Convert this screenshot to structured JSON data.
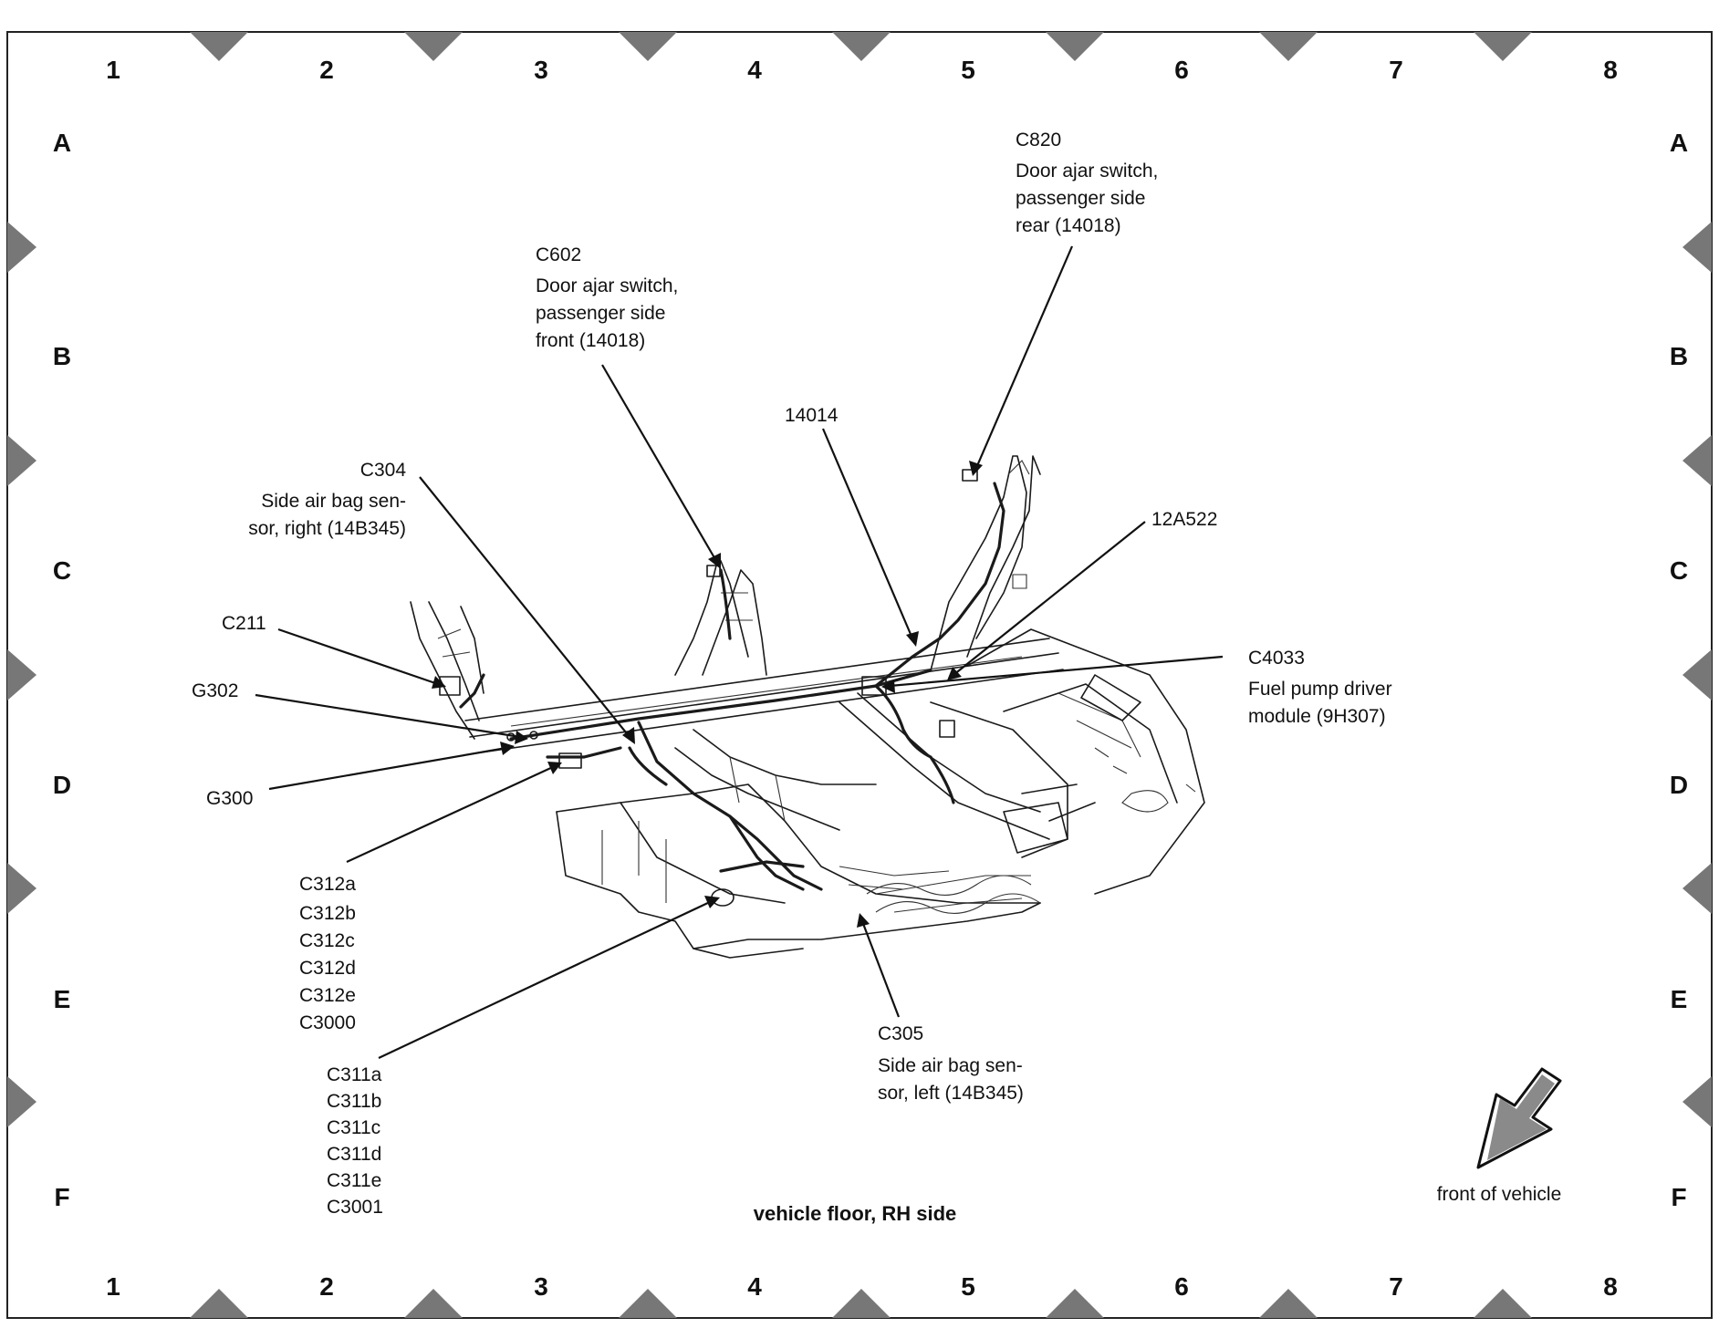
{
  "grid": {
    "columns": [
      "1",
      "2",
      "3",
      "4",
      "5",
      "6",
      "7",
      "8"
    ],
    "rows": [
      "A",
      "B",
      "C",
      "D",
      "E",
      "F"
    ]
  },
  "title": "vehicle floor, RH side",
  "orientation": {
    "label": "front of vehicle",
    "icon": "arrow-down-left-icon"
  },
  "callouts": [
    {
      "id": "c820",
      "lines": [
        "C820",
        "Door ajar switch,",
        "passenger side",
        "rear (14018)"
      ]
    },
    {
      "id": "c602",
      "lines": [
        "C602",
        "Door ajar switch,",
        "passenger side",
        "front (14018)"
      ]
    },
    {
      "id": "h14014",
      "lines": [
        "14014"
      ]
    },
    {
      "id": "c304",
      "lines": [
        "C304",
        "Side air bag sen-",
        "sor, right (14B345)"
      ]
    },
    {
      "id": "h12a522",
      "lines": [
        "12A522"
      ]
    },
    {
      "id": "c211",
      "lines": [
        "C211"
      ]
    },
    {
      "id": "g302",
      "lines": [
        "G302"
      ]
    },
    {
      "id": "c4033",
      "lines": [
        "C4033",
        "Fuel pump driver",
        "module (9H307)"
      ]
    },
    {
      "id": "g300",
      "lines": [
        "G300"
      ]
    },
    {
      "id": "c312",
      "lines": [
        "C312a",
        "C312b",
        "C312c",
        "C312d",
        "C312e",
        "C3000"
      ]
    },
    {
      "id": "c305",
      "lines": [
        "C305",
        "Side air bag sen-",
        "sor, left (14B345)"
      ]
    },
    {
      "id": "c311",
      "lines": [
        "C311a",
        "C311b",
        "C311c",
        "C311d",
        "C311e",
        "C3001"
      ]
    }
  ]
}
